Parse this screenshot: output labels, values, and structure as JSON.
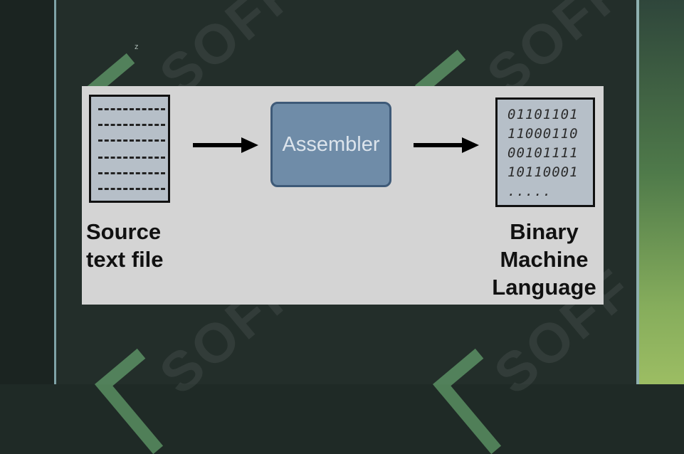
{
  "slide": {
    "corner_mark": "z",
    "watermark_text": "SOFF"
  },
  "diagram": {
    "source_label_line1": "Source",
    "source_label_line2": "text file",
    "process_label": "Assembler",
    "output_label_line1": "Binary",
    "output_label_line2": "Machine",
    "output_label_line3": "Language",
    "binary_lines": [
      "01101101",
      "11000110",
      "00101111",
      "10110001",
      "....."
    ]
  }
}
